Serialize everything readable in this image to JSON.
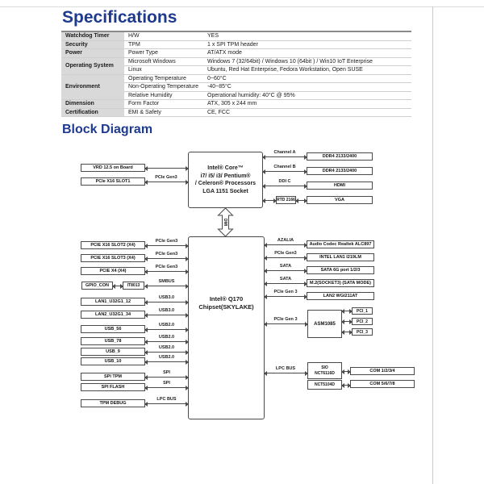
{
  "page": {
    "specifications_heading": "Specifications",
    "block_diagram_heading": "Block Diagram"
  },
  "colors": {
    "heading_blue": "#1d3a8f",
    "diagram_line": "#4a4a4a",
    "table_category_bg": "#d9d9d9",
    "table_border": "#cfcfcf"
  },
  "spec_table": {
    "groups": [
      {
        "category": "Watchdog Timer",
        "items": [
          {
            "label": "H/W",
            "value": "YES"
          }
        ]
      },
      {
        "category": "Security",
        "items": [
          {
            "label": "TPM",
            "value": "1 x SPI TPM header"
          }
        ]
      },
      {
        "category": "Power",
        "items": [
          {
            "label": "Power Type",
            "value": "AT/ATX mode"
          }
        ]
      },
      {
        "category": "Operating System",
        "items": [
          {
            "label": "Microsoft Windows",
            "value": "Windows 7 (32/64bit) / Windows 10 (64bit ) / Win10 IoT Enterprise"
          },
          {
            "label": "Linux",
            "value": "Ubuntu, Red Hat Enterprise, Fedora Workstation, Open SUSE"
          }
        ]
      },
      {
        "category": "Environment",
        "items": [
          {
            "label": "Operating Temperature",
            "value": "0~60°C"
          },
          {
            "label": "Non-Operating Temperature",
            "value": "-40~85°C"
          },
          {
            "label": "Relative Humidity",
            "value": "Operational humidity: 40°C @ 95%"
          }
        ]
      },
      {
        "category": "Dimension",
        "items": [
          {
            "label": "Form Factor",
            "value": "ATX, 305 x 244 mm"
          }
        ]
      },
      {
        "category": "Certification",
        "items": [
          {
            "label": "EMI & Safety",
            "value": "CE, FCC"
          }
        ]
      }
    ]
  },
  "diagram": {
    "cpu": {
      "lines": [
        "Intel® Core™",
        "i7/ i5/ i3/ Pentium®",
        "/ Celeron® Processors",
        "LGA 1151 Socket"
      ]
    },
    "chipset": {
      "lines": [
        "Intel® Q170",
        "Chipset(SKYLAKE)"
      ]
    },
    "dmi_label": "DMI",
    "cpu_left": [
      {
        "box": "VRD 12.5 on Board",
        "bus": ""
      },
      {
        "box": "PCIe X16 SLOT1",
        "bus": "PCIe Gen3"
      }
    ],
    "cpu_right": [
      {
        "bus": "Channel A",
        "box": "DDR4 2133/2400"
      },
      {
        "bus": "Channel B",
        "box": "DDR4 2133/2400"
      },
      {
        "bus": "DDI C",
        "box": "HDMI"
      },
      {
        "bus": "",
        "mid_box": "RTD 2166",
        "box": "VGA"
      }
    ],
    "chipset_left": [
      {
        "box": "PCIE X16 SLOT2 (X4)",
        "bus": "PCIe Gen3"
      },
      {
        "box": "PCIE X16 SLOT3 (X4)",
        "bus": "PCIe Gen3"
      },
      {
        "box": "PCIE X4 (X4)",
        "bus": "PCIe Gen3"
      },
      {
        "box": "GPIO_CON",
        "mid_box": "IT8013",
        "bus": "SMBUS"
      },
      {
        "box": "LAN1_U32G1_12",
        "bus": "USB3.0"
      },
      {
        "box": "LAN2_U32G1_34",
        "bus": "USB3.0"
      },
      {
        "box": "USB_56",
        "bus": "USB2.0"
      },
      {
        "box": "USB_78",
        "bus": "USB2.0"
      },
      {
        "box": "USB_9",
        "bus": "USB2.0"
      },
      {
        "box": "USB_10",
        "bus": "USB2.0"
      },
      {
        "box": "SPI TPM",
        "bus": "SPI"
      },
      {
        "box": "SPI FLASH",
        "bus": "SPI"
      },
      {
        "box": "TPM DEBUG",
        "bus": "LPC BUS"
      }
    ],
    "chipset_right": [
      {
        "bus": "AZALIA",
        "box": "Audio Codec Realtek ALC897"
      },
      {
        "bus": "PCIe Gen3",
        "box": "INTEL LAN1 I219LM"
      },
      {
        "bus": "SATA",
        "box": "SATA 6G port 1/2/3"
      },
      {
        "bus": "SATA",
        "box": "M.2(SOCKET3) (SATA MODE)"
      },
      {
        "bus": "PCIe Gen 3",
        "box": "LAN2 WGI211AT"
      }
    ],
    "pci_bridge": {
      "bus": "PCIe Gen 3",
      "chip": "ASM1085",
      "ports": [
        "PCI_1",
        "PCI_2",
        "PCI_3"
      ]
    },
    "super_io": {
      "bus": "LPC BUS",
      "chips": [
        {
          "lines": [
            "SIO",
            "NCT6116D"
          ],
          "port": "COM 1/2/3/4"
        },
        {
          "lines": [
            "NCT5104D"
          ],
          "port": "COM 5/6/7/8"
        }
      ]
    }
  }
}
